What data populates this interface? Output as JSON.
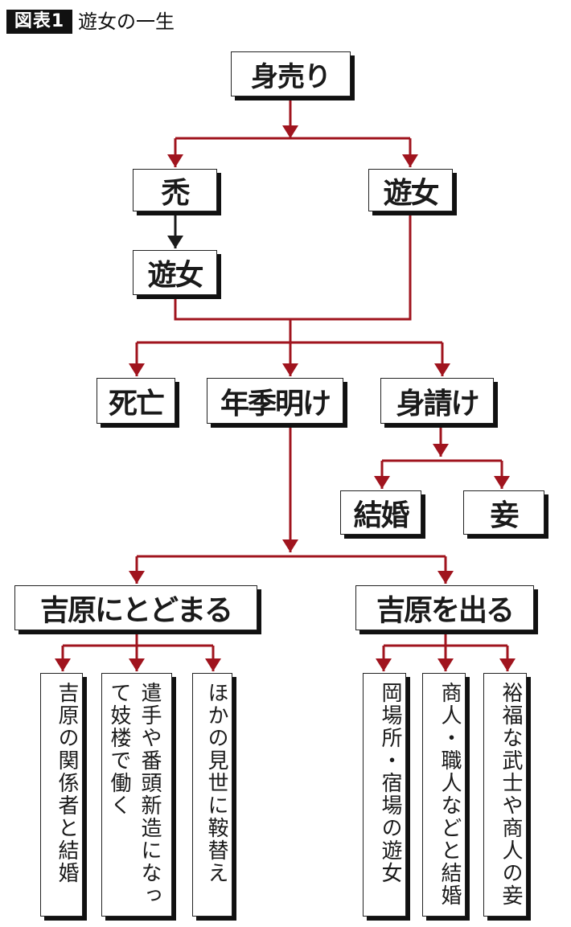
{
  "header": {
    "figure_label": "図表1",
    "title": "遊女の一生"
  },
  "colors": {
    "connector": "#a0141e",
    "connector_black": "#1a1a1a",
    "box_border": "#222222",
    "box_shadow": "#111111",
    "text": "#1a1a1a"
  },
  "nodes": {
    "sale": "身売り",
    "kamuro": "禿",
    "yujo_direct": "遊女",
    "yujo_from_kamuro": "遊女",
    "death": "死亡",
    "contract_end": "年季明け",
    "ransomed": "身請け",
    "marriage": "結婚",
    "mistress": "妾",
    "stay_yoshiwara": "吉原にとどまる",
    "leave_yoshiwara": "吉原を出る",
    "stay_options": [
      "吉原の関係者と結婚",
      "遣手や番頭新造になって妓楼で働く",
      "ほかの見世に鞍替え"
    ],
    "leave_options": [
      "岡場所・宿場の遊女",
      "商人・職人などと結婚",
      "裕福な武士や商人の妾"
    ]
  },
  "edges": [
    {
      "from": "身売り",
      "to": "禿"
    },
    {
      "from": "身売り",
      "to": "遊女"
    },
    {
      "from": "禿",
      "to": "遊女",
      "color": "black"
    },
    {
      "from": "遊女",
      "to": "死亡"
    },
    {
      "from": "遊女",
      "to": "年季明け"
    },
    {
      "from": "遊女",
      "to": "身請け"
    },
    {
      "from": "身請け",
      "to": "結婚"
    },
    {
      "from": "身請け",
      "to": "妾"
    },
    {
      "from": "年季明け",
      "to": "吉原にとどまる"
    },
    {
      "from": "年季明け",
      "to": "吉原を出る"
    },
    {
      "from": "吉原にとどまる",
      "to": "吉原の関係者と結婚"
    },
    {
      "from": "吉原にとどまる",
      "to": "遣手や番頭新造になって妓楼で働く"
    },
    {
      "from": "吉原にとどまる",
      "to": "ほかの見世に鞍替え"
    },
    {
      "from": "吉原を出る",
      "to": "岡場所・宿場の遊女"
    },
    {
      "from": "吉原を出る",
      "to": "商人・職人などと結婚"
    },
    {
      "from": "吉原を出る",
      "to": "裕福な武士や商人の妾"
    }
  ]
}
